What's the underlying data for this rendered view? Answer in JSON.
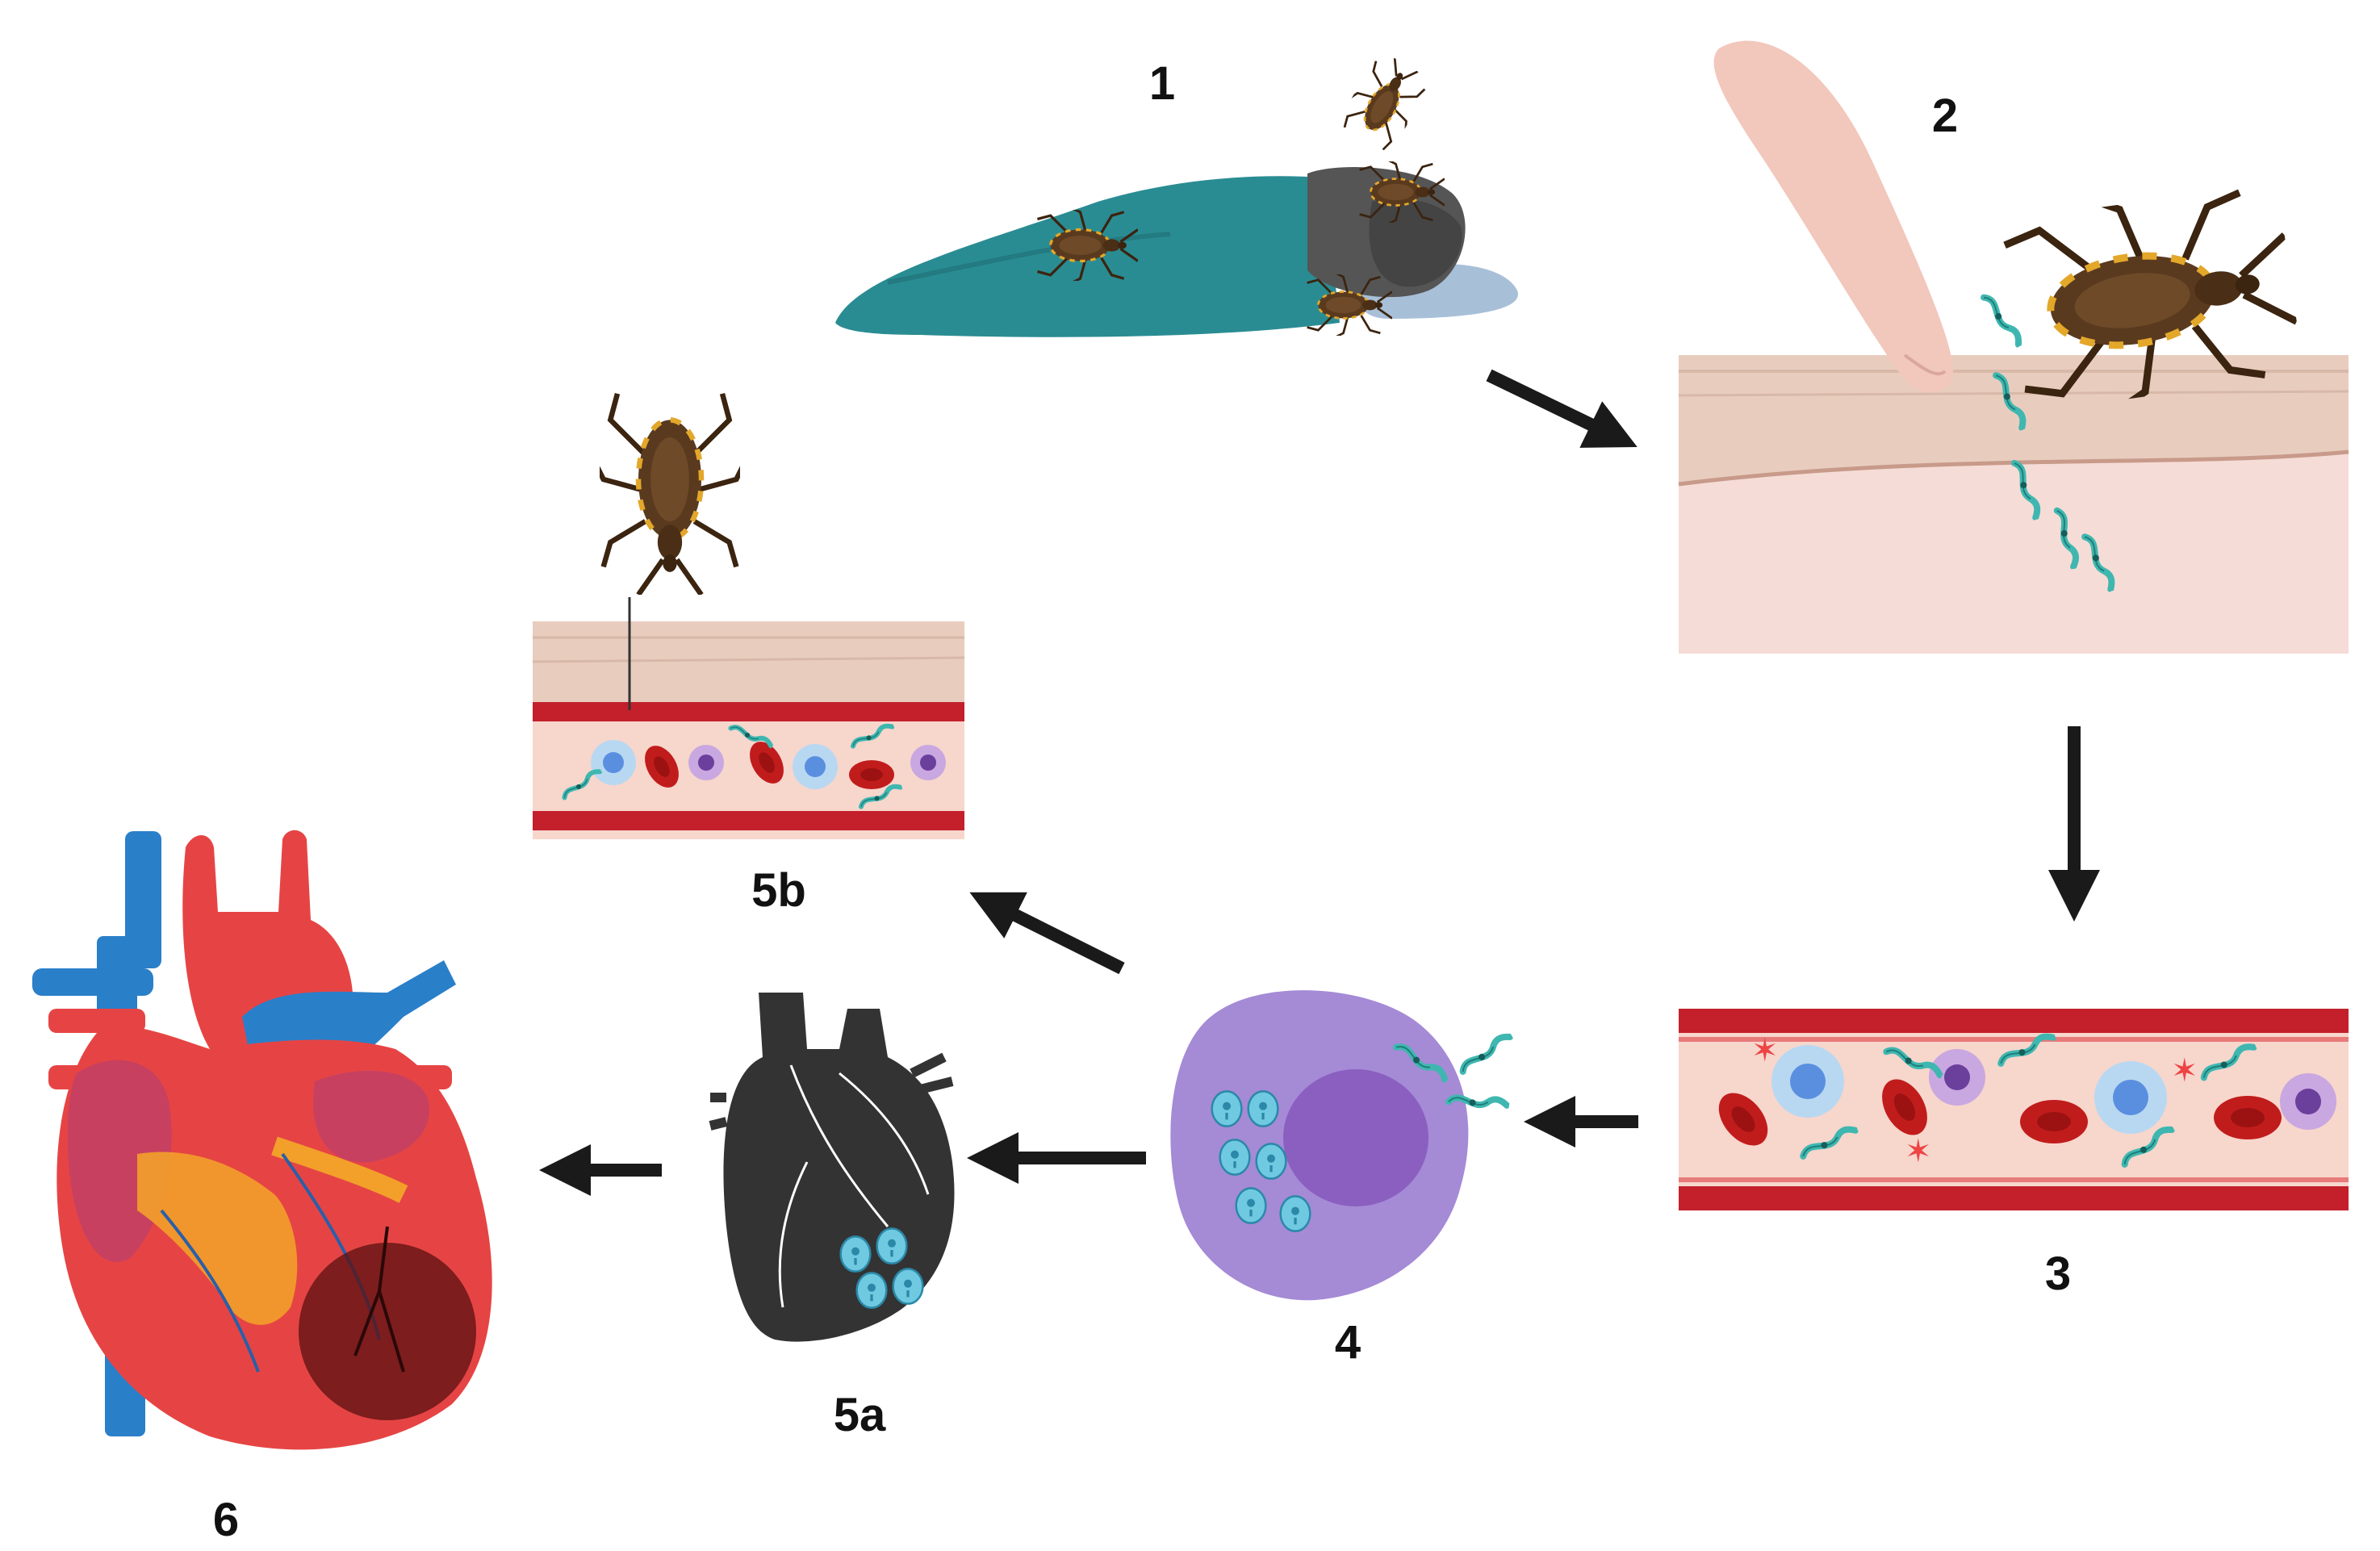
{
  "stages": [
    {
      "id": "1",
      "label": "1"
    },
    {
      "id": "2",
      "label": "2"
    },
    {
      "id": "3",
      "label": "3"
    },
    {
      "id": "4",
      "label": "4"
    },
    {
      "id": "5a",
      "label": "5a"
    },
    {
      "id": "5b",
      "label": "5b"
    },
    {
      "id": "6",
      "label": "6"
    }
  ],
  "colors": {
    "blanket": "#2a8c93",
    "bug": "#5a3a1e",
    "bug_stripe": "#e3a72a",
    "skin_top": "#e8cdbf",
    "skin_body": "#f6dcd6",
    "finger": "#f2c7bc",
    "vessel_wall": "#c3202c",
    "vessel_inner": "#f7d6cc",
    "rbc": "#c11c1c",
    "trypanosome": "#3fb7b0",
    "macrophage": "#a58ad6",
    "nucleus": "#8a5fc0",
    "amastigote": "#6fc9e0",
    "heart_silhouette": "#333333",
    "heart_red": "#e64444",
    "heart_blue": "#2a7fc9",
    "arrow": "#1a1a1a"
  }
}
